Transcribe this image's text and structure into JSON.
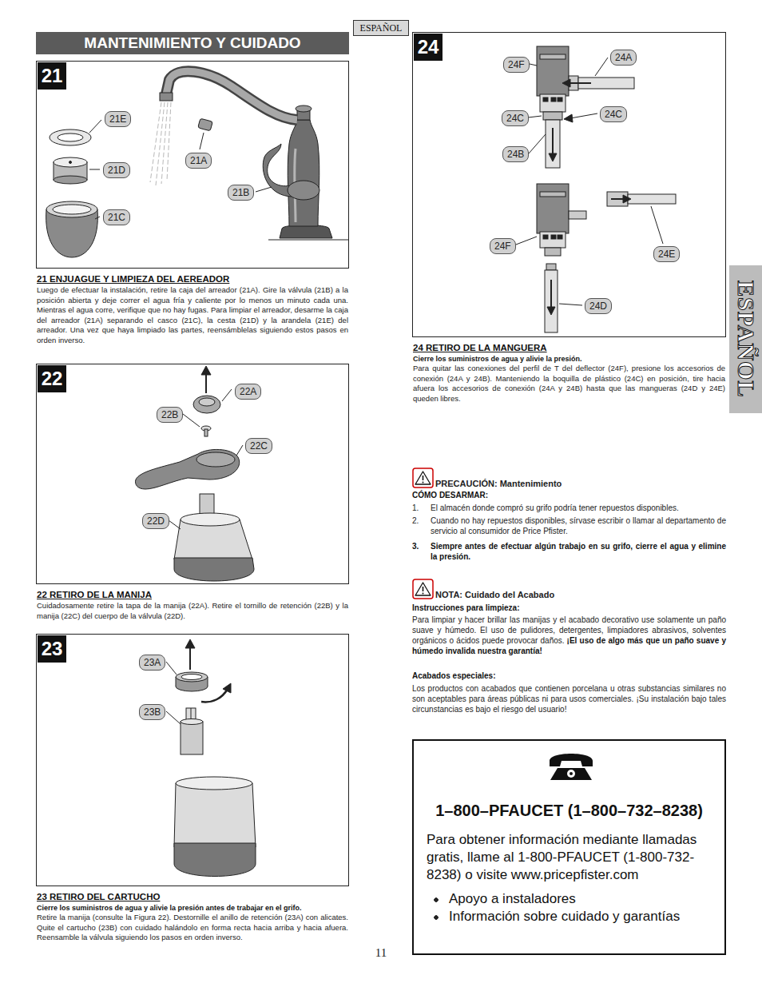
{
  "diagram": {
    "nodes": [
      {
        "text": [
          "MANTENIMIENTO Y CUIDADO"
        ]
      },
      {
        "text": [
          "ESPAÑOL"
        ]
      },
      {
        "text": [
          "21 ENJUAGUE Y LIMPIEZA DEL AEREADOR",
          "Luego de efectuar la instalación, retire la caja del arreador (21A). Gire la válvula (21B) a la posición abierta y deje correr el agua fría y caliente por lo menos un minuto cada una. Mientras el agua corre, verifique que no hay fugas. Para limpiar el arreador, desarme la caja del arreador (21A) separando el casco (21C), la cesta (21D) y la arandela (21E) del arreador. Una vez que haya limpiado las partes, reensámblelas siguiendo estos pasos en orden inverso."
        ]
      },
      {
        "text": [
          "21"
        ],
        "in": 2
      },
      {
        "text": [
          "21E"
        ],
        "in": 2
      },
      {
        "text": [
          "21D"
        ],
        "in": 2
      },
      {
        "text": [
          "21C"
        ],
        "in": 2
      },
      {
        "text": [
          "21A"
        ],
        "in": 2
      },
      {
        "text": [
          "21B"
        ],
        "in": 2
      },
      {
        "text": [
          "22 RETIRO DE LA MANIJA",
          "Cuidadosamente retire la tapa de la manija (22A). Retire el tornillo de retención (22B) y la manija (22C) del cuerpo de la válvula (22D)."
        ]
      },
      {
        "text": [
          "22"
        ],
        "in": 9
      },
      {
        "text": [
          "22A"
        ],
        "in": 9
      },
      {
        "text": [
          "22B"
        ],
        "in": 9
      },
      {
        "text": [
          "22C"
        ],
        "in": 9
      },
      {
        "text": [
          "22D"
        ],
        "in": 9
      },
      {
        "text": [
          "23 RETIRO DEL CARTUCHO",
          "Cierre los suministros de agua y alivie la presión antes de trabajar en el grifo.",
          "Retire la manija (consulte la Figura 22). Destornille el anillo de retención (23A) con alicates. Quite el cartucho (23B) con cuidado halándolo en forma recta hacia arriba y hacia afuera. Reensamble la válvula siguiendo los pasos en orden inverso."
        ]
      },
      {
        "text": [
          "23"
        ],
        "in": 15
      },
      {
        "text": [
          "23A"
        ],
        "in": 15
      },
      {
        "text": [
          "23B"
        ],
        "in": 15
      },
      {
        "text": [
          "24 RETIRO DE LA MANGUERA",
          "Cierre los suministros de agua y alivie la presión.",
          "Para quitar las conexiones del perfil de T del deflector (24F), presione los accesorios de conexión (24A y 24B). Manteniendo la boquilla de plástico (24C) en posición, tire hacia afuera los accesorios de conexión (24A y 24B) hasta que las mangueras (24D y 24E) queden libres."
        ]
      },
      {
        "text": [
          "24"
        ],
        "in": 19
      },
      {
        "text": [
          "24F"
        ],
        "in": 19
      },
      {
        "text": [
          "24A"
        ],
        "in": 19
      },
      {
        "text": [
          "24C"
        ],
        "in": 19
      },
      {
        "text": [
          "24C"
        ],
        "in": 19
      },
      {
        "text": [
          "24B"
        ],
        "in": 19
      },
      {
        "text": [
          "24F"
        ],
        "in": 19
      },
      {
        "text": [
          "24E"
        ],
        "in": 19
      },
      {
        "text": [
          "24D"
        ],
        "in": 19
      },
      {
        "text": [
          "ESPAÑOL"
        ]
      },
      {
        "text": [
          "1–800–PFAUCET (1–800–732–8238)",
          "Para obtener información mediante llamadas gratis, llame al 1-800-PFAUCET (1-800-732-8238) o visite www.pricepfister.com",
          "Apoyo a instaladores",
          "Información sobre cuidado y garantías"
        ]
      }
    ],
    "labels": [
      "PRECAUCIÓN: Mantenimiento",
      "CÓMO DESARMAR:",
      "1.",
      "El almacén donde compró su grifo podría tener repuestos disponibles.",
      "2.",
      "Cuando no hay repuestos disponibles, sírvase escribir o llamar al departamento de servicio al consumidor de Price Pfister.",
      "3.",
      "Siempre antes de efectuar algún trabajo en su grifo, cierre el agua y elimine la presión.",
      "NOTA: Cuidado del Acabado",
      "Instrucciones para limpieza:",
      "Para limpiar y hacer brillar las manijas y el acabado decorativo use solamente un paño suave y húmedo. El uso de pulidores, detergentes, limpiadores abrasivos, solventes orgánicos o ácidos puede provocar daños.",
      "¡El uso de algo más que un paño suave y húmedo invalida nuestra garantía!",
      "Acabados especiales:",
      "Los productos con acabados que contienen porcelana u otras substancias similares no son aceptables para áreas públicas ni para usos comerciales. ¡Su instalación bajo tales circunstancias es bajo el riesgo del usuario!",
      "11"
    ]
  }
}
